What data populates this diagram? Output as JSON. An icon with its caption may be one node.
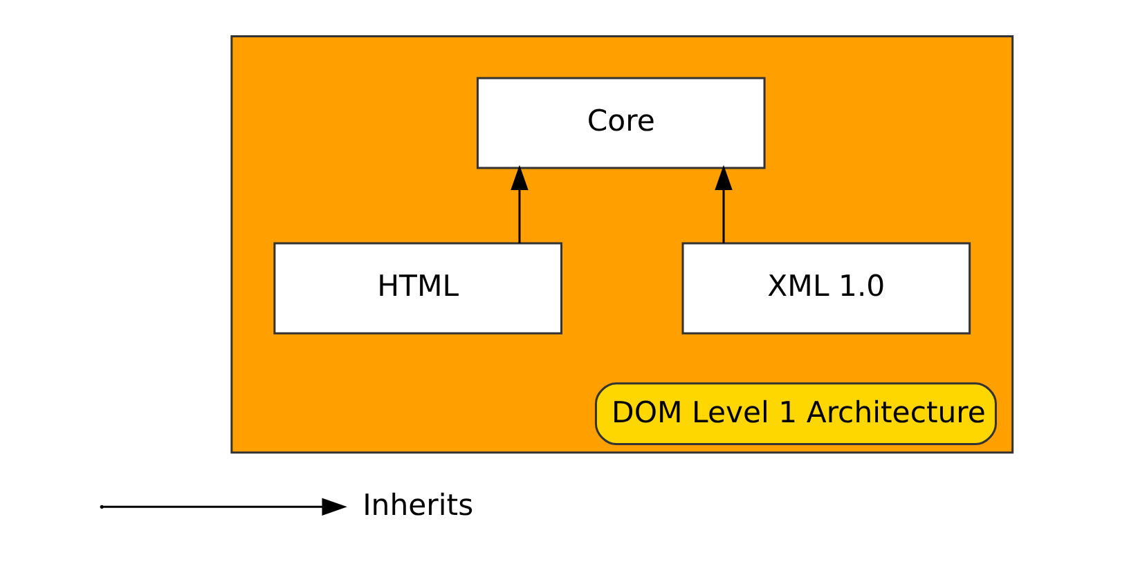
{
  "diagram": {
    "nodes": [
      {
        "text": [
          "DOM Level 1 Architecture"
        ]
      },
      {
        "text": [
          "Core"
        ],
        "in": 0
      },
      {
        "text": [
          "XML 1.0"
        ],
        "in": 0
      },
      {
        "text": [
          "HTML"
        ],
        "in": 0
      }
    ],
    "edges": [
      {
        "from": 2,
        "to": 1,
        "arrow": "to"
      },
      {
        "from": 3,
        "to": 1,
        "arrow": "to"
      }
    ],
    "legend": [
      {
        "text": "Inherits"
      }
    ]
  }
}
